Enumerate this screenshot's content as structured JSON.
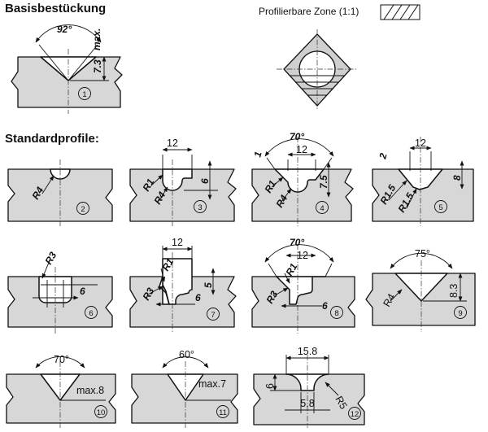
{
  "heading_basis": "Basisbestückung",
  "zone_label": "Profilierbare Zone (1:1)",
  "heading_standard": "Standardprofile:",
  "profiles": [
    {
      "number": "1",
      "labels": [
        "92°",
        "max.",
        "7.3"
      ]
    },
    {
      "number": "2",
      "labels": [
        "R4"
      ]
    },
    {
      "number": "3",
      "labels": [
        "12",
        "6",
        "R1",
        "R4"
      ]
    },
    {
      "number": "4",
      "labels": [
        "70°",
        "12",
        "1",
        "R1",
        "R4",
        "7.5"
      ]
    },
    {
      "number": "5",
      "labels": [
        "12",
        "2",
        "8",
        "R1.5",
        "R1.5"
      ]
    },
    {
      "number": "6",
      "labels": [
        "R3",
        "6"
      ]
    },
    {
      "number": "7",
      "labels": [
        "12",
        "R1",
        "R3",
        "5",
        "6"
      ]
    },
    {
      "number": "8",
      "labels": [
        "70°",
        "12",
        "R1",
        "R3",
        "6"
      ]
    },
    {
      "number": "9",
      "labels": [
        "75°",
        "R4",
        "8.3"
      ]
    },
    {
      "number": "10",
      "labels": [
        "70°",
        "max.8"
      ]
    },
    {
      "number": "11",
      "labels": [
        "60°",
        "max.7"
      ]
    },
    {
      "number": "12",
      "labels": [
        "15.8",
        "6",
        "R5",
        "5.8"
      ]
    }
  ]
}
